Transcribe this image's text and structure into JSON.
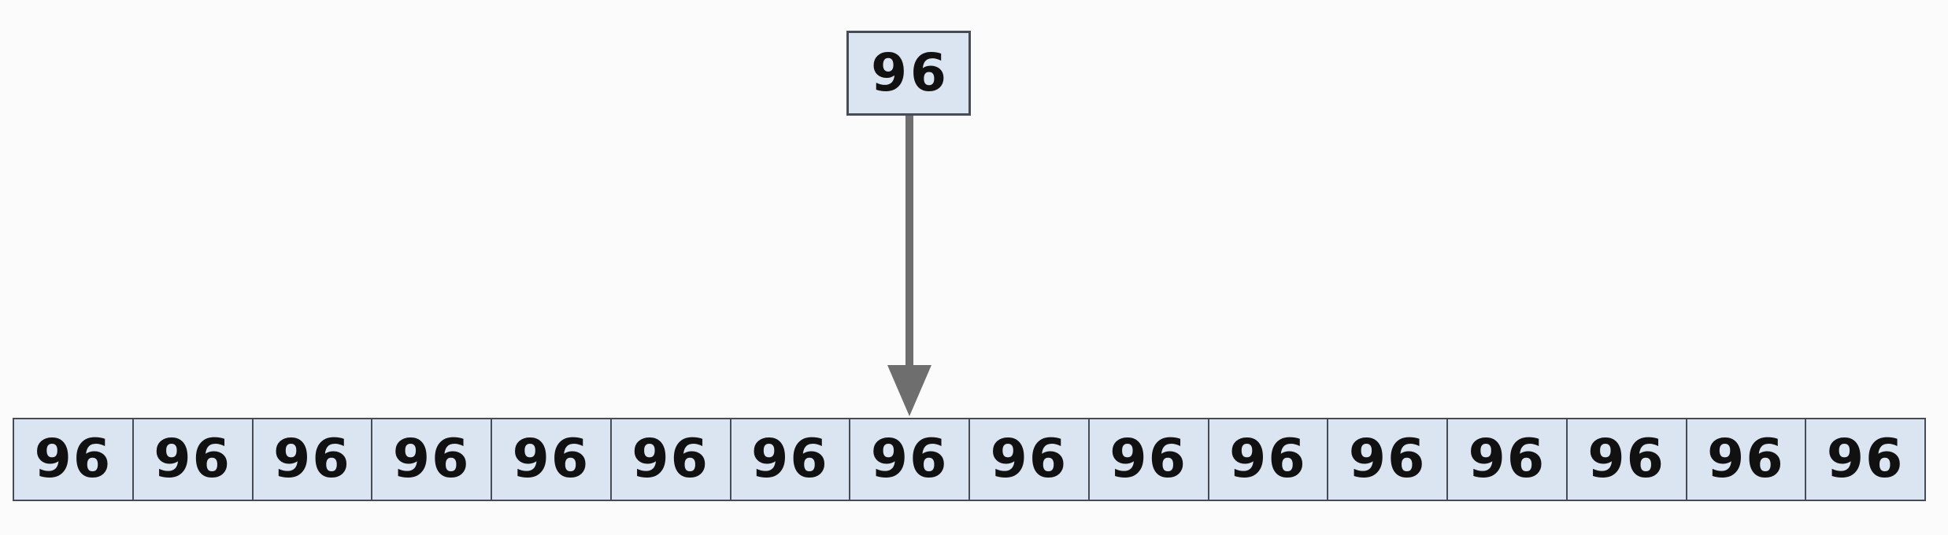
{
  "colors": {
    "background": "#fbfbfb",
    "cell_fill": "#dbe5f1",
    "border": "#454c56",
    "arrow": "#6e6e6e",
    "text": "#111111"
  },
  "scalar": {
    "value": "96"
  },
  "arrow": {
    "direction": "down"
  },
  "array": {
    "cells": [
      "96",
      "96",
      "96",
      "96",
      "96",
      "96",
      "96",
      "96",
      "96",
      "96",
      "96",
      "96",
      "96",
      "96",
      "96",
      "96"
    ]
  }
}
